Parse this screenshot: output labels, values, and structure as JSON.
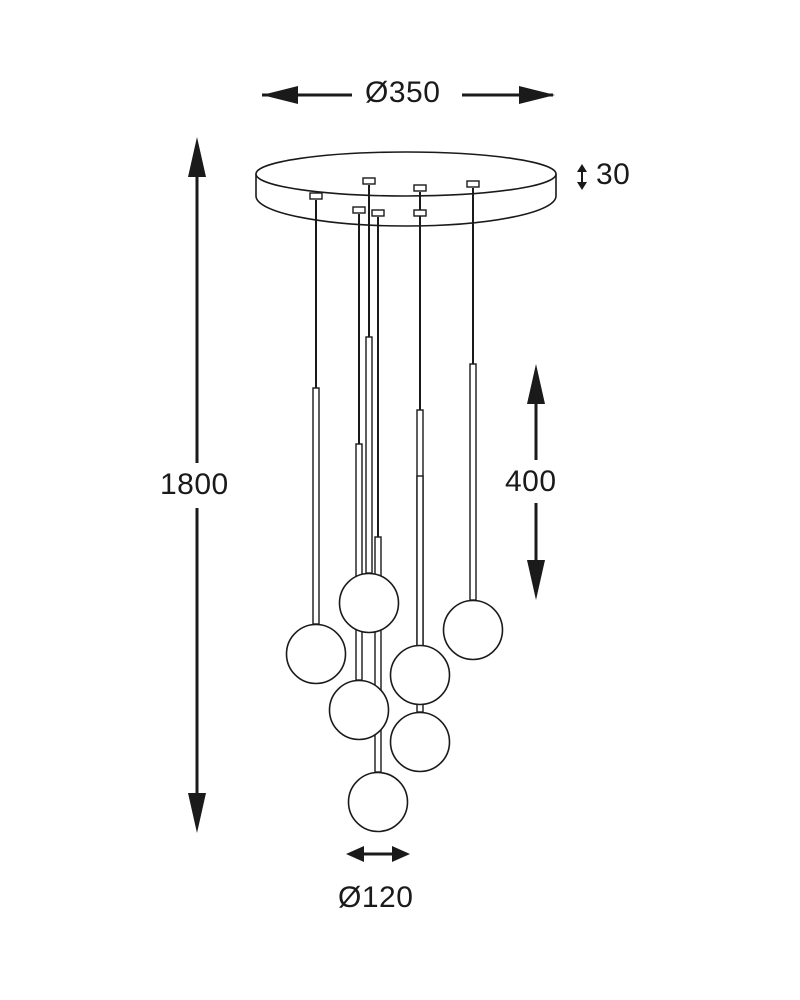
{
  "dimensions": {
    "canopy_diameter": "Ø350",
    "canopy_height": "30",
    "total_height": "1800",
    "rod_length": "400",
    "globe_diameter": "Ø120"
  },
  "colors": {
    "line": "#1a1a1a",
    "background": "#ffffff",
    "globe_fill": "#ffffff"
  },
  "pendant_count": 7
}
